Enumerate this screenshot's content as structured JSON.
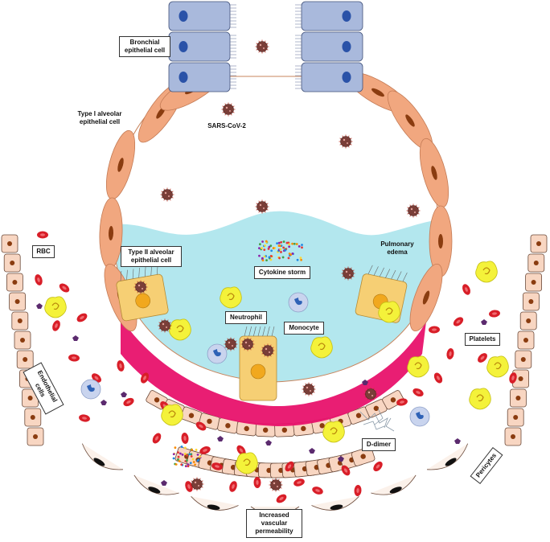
{
  "labels": {
    "bronchial": "Bronchial\nepithelial cell",
    "type1": "Type I alveolar\nepithelial cell",
    "virus": "SARS-CoV-2",
    "rbc": "RBC",
    "type2": "Type II alveolar\nepithelial cell",
    "cytokine": "Cytokine storm",
    "edema": "Pulmonary\nedema",
    "neutrophil": "Neutrophil",
    "monocyte": "Monocyte",
    "platelets": "Platelets",
    "endothelial": "Endothelial cells",
    "ddimer": "D-dimer",
    "pericytes": "Pericytes",
    "permeability": "Increased\nvascular\npermeability"
  },
  "colors": {
    "bronchial_cell": "#a9b9dc",
    "bronchial_nucleus": "#2a52a8",
    "alveolar_cell": "#f1a77f",
    "fluid": "#b3e7ee",
    "endothelial_cell": "#f8d6c2",
    "endothelial_nucleus": "#8a3c10",
    "inflamed_zone": "#e8126b",
    "rbc": "#d81e28",
    "platelet": "#f4f23a",
    "virus": "#7a3e38",
    "type2_cell": "#f6cf74",
    "type2_nucleus": "#f1a81e",
    "pericyte_nucleus": "#111111",
    "monocyte": "#c9d4ee",
    "monocyte_nucleus": "#2e62b6"
  }
}
